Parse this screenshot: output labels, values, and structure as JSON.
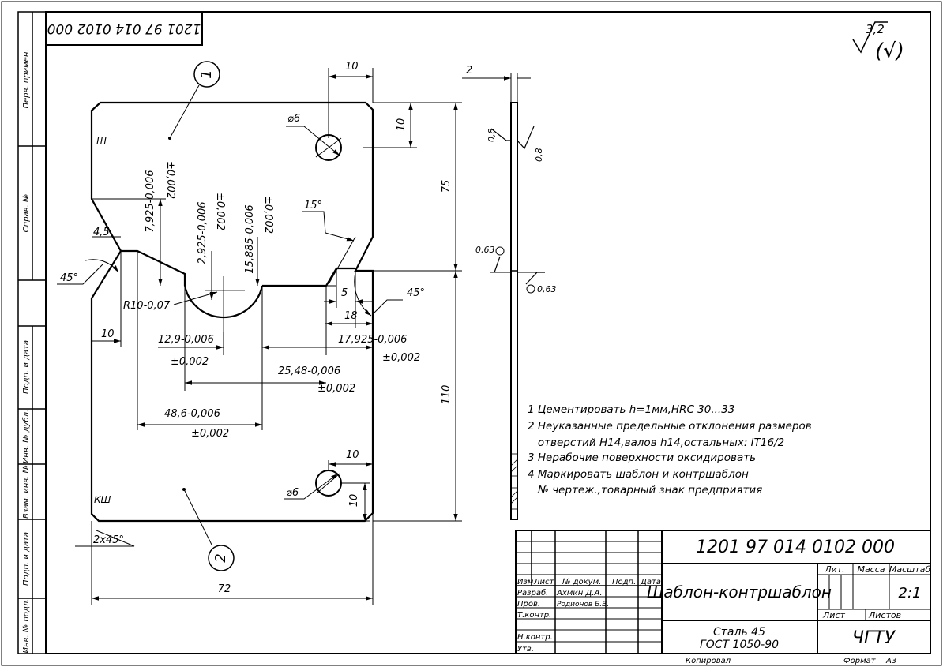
{
  "drawing": {
    "number": "1201 97 014 0102 000",
    "number_rotated": "1201 97 014 0102 000",
    "title": "Шаблон-контршаблон",
    "material_line1": "Сталь 45",
    "material_line2": "ГОСТ 1050-90",
    "org": "ЧГТУ",
    "scale": "2:1",
    "copied_label": "Копировал",
    "format_label": "Формат",
    "format_value": "А3"
  },
  "roughness": {
    "value": "3,2",
    "paren": "(√)"
  },
  "side_strip": {
    "labels": [
      "Перв. примен.",
      "Справ. №",
      "Подп. и дата",
      "Инв. № дубл.",
      "Взам. инв. №",
      "Подп. и дата",
      "Инв. № подл."
    ]
  },
  "title_block": {
    "col_headers": [
      "Изм",
      "Лист",
      "№ докум.",
      "Подп.",
      "Дата"
    ],
    "rows": [
      {
        "role": "Разраб.",
        "name": "Ахмин Д.А."
      },
      {
        "role": "Пров.",
        "name": "Родионов Б.В."
      },
      {
        "role": "Т.контр.",
        "name": ""
      },
      {
        "role": "",
        "name": ""
      },
      {
        "role": "Н.контр.",
        "name": ""
      },
      {
        "role": "Утв.",
        "name": ""
      }
    ],
    "lit_label": "Лит.",
    "mass_label": "Масса",
    "scale_label": "Масштаб",
    "sheet_label": "Лист",
    "sheets_label": "Листов"
  },
  "notes": [
    "1 Цементировать h=1мм,HRC 30...33",
    "2 Неуказанные предельные отклонения размеров",
    "   отверстий Н14,валов h14,остальных: IT16/2",
    "3 Нерабочие поверхности оксидировать",
    "4 Маркировать шаблон и контршаблон",
    "   № чертеж.,товарный знак предприятия"
  ],
  "marks": {
    "top": "Ш",
    "bottom": "КШ",
    "balloon_top": "1",
    "balloon_bottom": "2"
  },
  "dims": {
    "d10_top": "10",
    "d10_right": "10",
    "d10_bot_h": "10",
    "d10_bot_v": "10",
    "phi6_top": "⌀6",
    "phi6_bot": "⌀6",
    "d75": "75",
    "d110": "110",
    "d72": "72",
    "d2": "2",
    "d10_left": "10",
    "d5": "5",
    "d18": "18",
    "a45_left": "4,5",
    "a45_leftdeg": "45°",
    "a45_right": "45°",
    "a15": "15°",
    "chamfer": "2x45°",
    "r10": "R10-0,07",
    "d7925": "7,925-0,006",
    "d7925_tol": "±0,002",
    "d2925": "2,925-0,006",
    "d2925_tol": "±0,002",
    "d15885": "15,885-0,006",
    "d15885_tol": "±0,002",
    "d129": "12,9-0,006",
    "d129_tol": "±0,002",
    "d17925": "17,925-0,006",
    "d17925_tol": "±0,002",
    "d2548": "25,48-0,006",
    "d2548_tol": "±0,002",
    "d486": "48,6-0,006",
    "d486_tol": "±0,002",
    "s08a": "0,8",
    "s08b": "0,8",
    "s063a": "0,63",
    "s063b": "0,63"
  }
}
